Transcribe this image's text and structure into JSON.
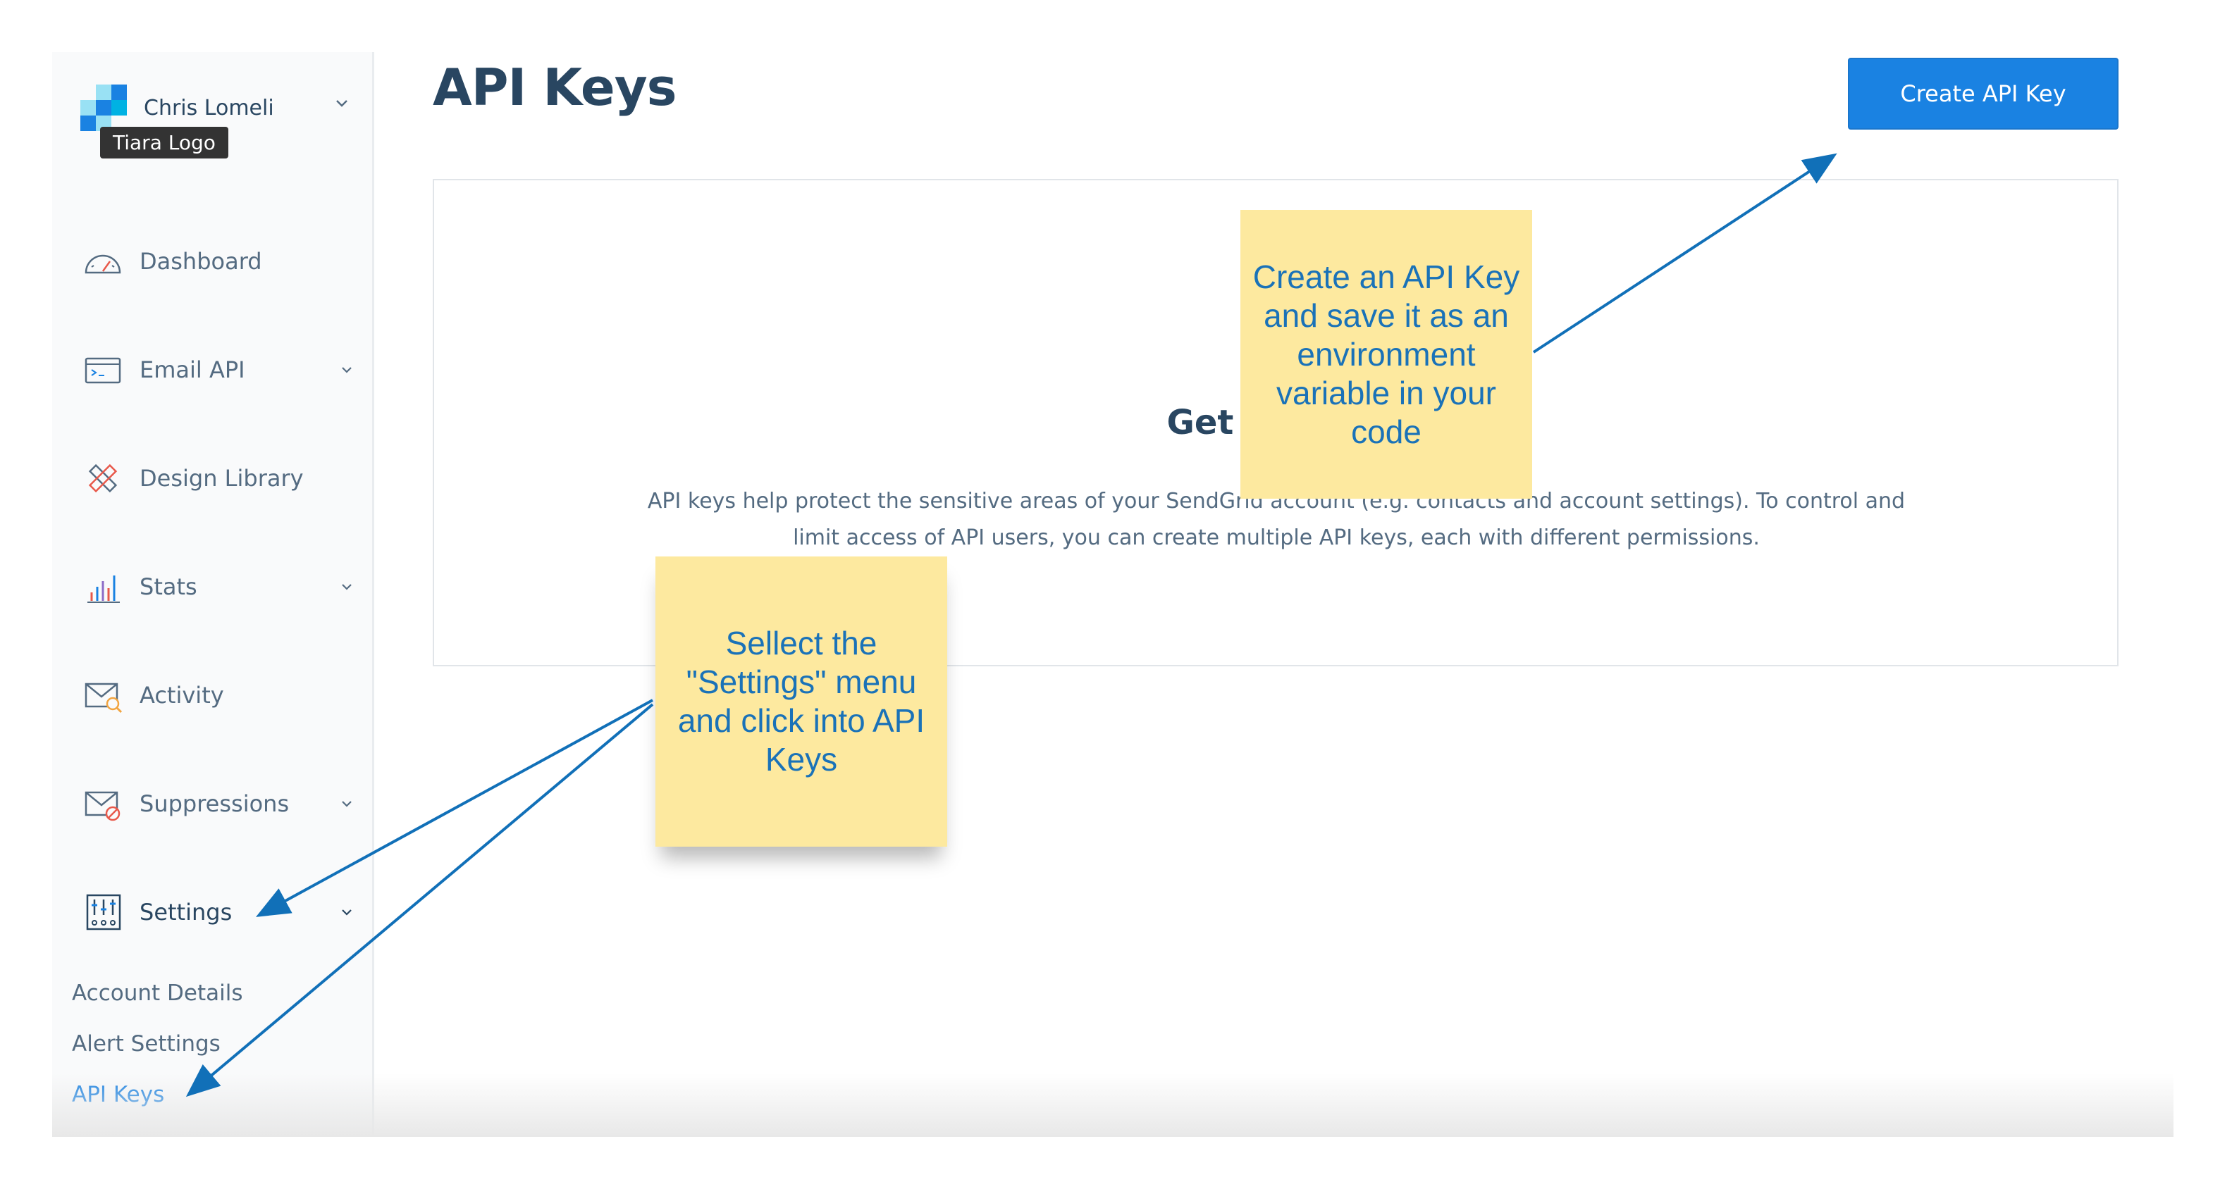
{
  "account": {
    "name": "Chris Lomeli",
    "tooltip": "Tiara Logo"
  },
  "sidebar": {
    "items": [
      {
        "label": "Dashboard",
        "icon": "dashboard-gauge-icon",
        "expandable": false
      },
      {
        "label": "Email API",
        "icon": "email-api-icon",
        "expandable": true
      },
      {
        "label": "Design Library",
        "icon": "design-library-icon",
        "expandable": false
      },
      {
        "label": "Stats",
        "icon": "stats-chart-icon",
        "expandable": true
      },
      {
        "label": "Activity",
        "icon": "activity-envelope-icon",
        "expandable": false
      },
      {
        "label": "Suppressions",
        "icon": "suppressions-envelope-icon",
        "expandable": true
      },
      {
        "label": "Settings",
        "icon": "settings-sliders-icon",
        "expandable": true
      }
    ],
    "settings_subitems": [
      {
        "label": "Account Details",
        "active": false
      },
      {
        "label": "Alert Settings",
        "active": false
      },
      {
        "label": "API Keys",
        "active": true
      }
    ]
  },
  "main": {
    "title": "API Keys",
    "create_button": "Create API Key",
    "card": {
      "heading": "Get started",
      "description": "API keys help protect the sensitive areas of your SendGrid account (e.g. contacts and account settings). To control and limit access of API users, you can create multiple API keys, each with different permissions."
    }
  },
  "annotations": {
    "note_create": "Create an API Key and save it as an environment variable in your code",
    "note_settings": "Sellect the \"Settings\" menu and click into API Keys"
  },
  "colors": {
    "brand_blue": "#1a82e2",
    "heading": "#294661",
    "muted_text": "#546b81",
    "sticky_note": "#fde99f",
    "annotation_text": "#1a72b8",
    "arrow": "#1170b8"
  }
}
